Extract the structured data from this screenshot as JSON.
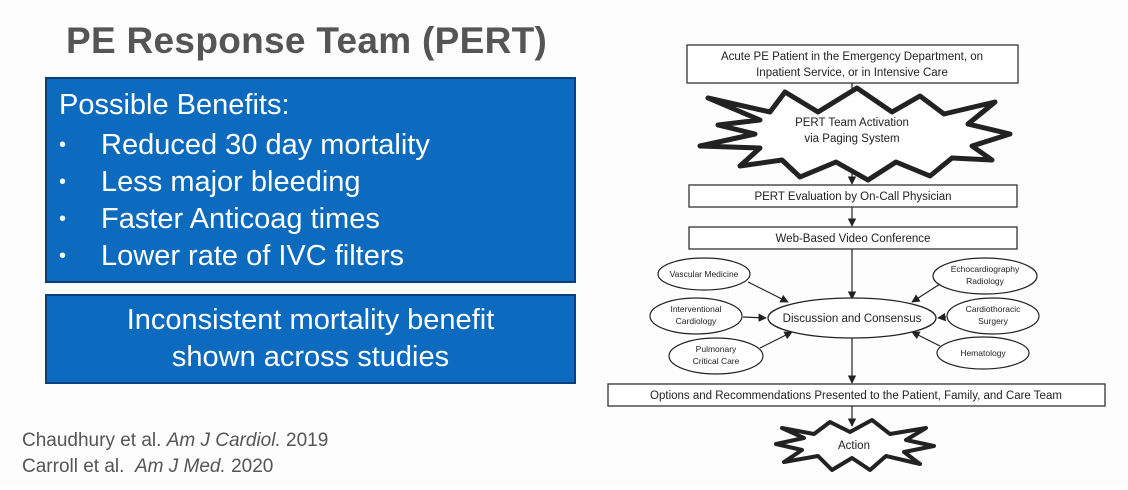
{
  "slide": {
    "title": "PE Response Team (PERT)",
    "benefits": {
      "heading": "Possible Benefits:",
      "items": [
        "Reduced 30 day mortality",
        "Less major bleeding",
        "Faster Anticoag times",
        "Lower rate of IVC filters"
      ]
    },
    "inconsistent": {
      "line1": "Inconsistent mortality benefit",
      "line2": "shown across studies"
    },
    "citations": [
      {
        "authors": "Chaudhury et al.",
        "journal": "Am J Cardiol.",
        "year": "2019"
      },
      {
        "authors": "Carroll et al.",
        "journal": "Am J Med.",
        "year": "2020"
      }
    ]
  },
  "flowchart": {
    "start": {
      "line1": "Acute PE Patient in the Emergency Department, on",
      "line2": "Inpatient Service, or in Intensive Care"
    },
    "activation": {
      "line1": "PERT Team Activation",
      "line2": "via Paging System"
    },
    "evaluation": "PERT Evaluation by On-Call Physician",
    "video": "Web-Based Video Conference",
    "consensus": "Discussion and Consensus",
    "specialties_left": [
      {
        "lines": [
          "Vascular Medicine"
        ]
      },
      {
        "lines": [
          "Interventional",
          "Cardiology"
        ]
      },
      {
        "lines": [
          "Pulmonary",
          "Critical Care"
        ]
      }
    ],
    "specialties_right": [
      {
        "lines": [
          "Echocardiography",
          "Radiology"
        ]
      },
      {
        "lines": [
          "Cardiothoracic",
          "Surgery"
        ]
      },
      {
        "lines": [
          "Hematology"
        ]
      }
    ],
    "options": "Options and Recommendations Presented to the Patient, Family, and Care Team",
    "action": "Action"
  },
  "colors": {
    "accent_blue": "#0d6bbf",
    "box_border": "#0b3f7a",
    "title_gray": "#555555"
  }
}
